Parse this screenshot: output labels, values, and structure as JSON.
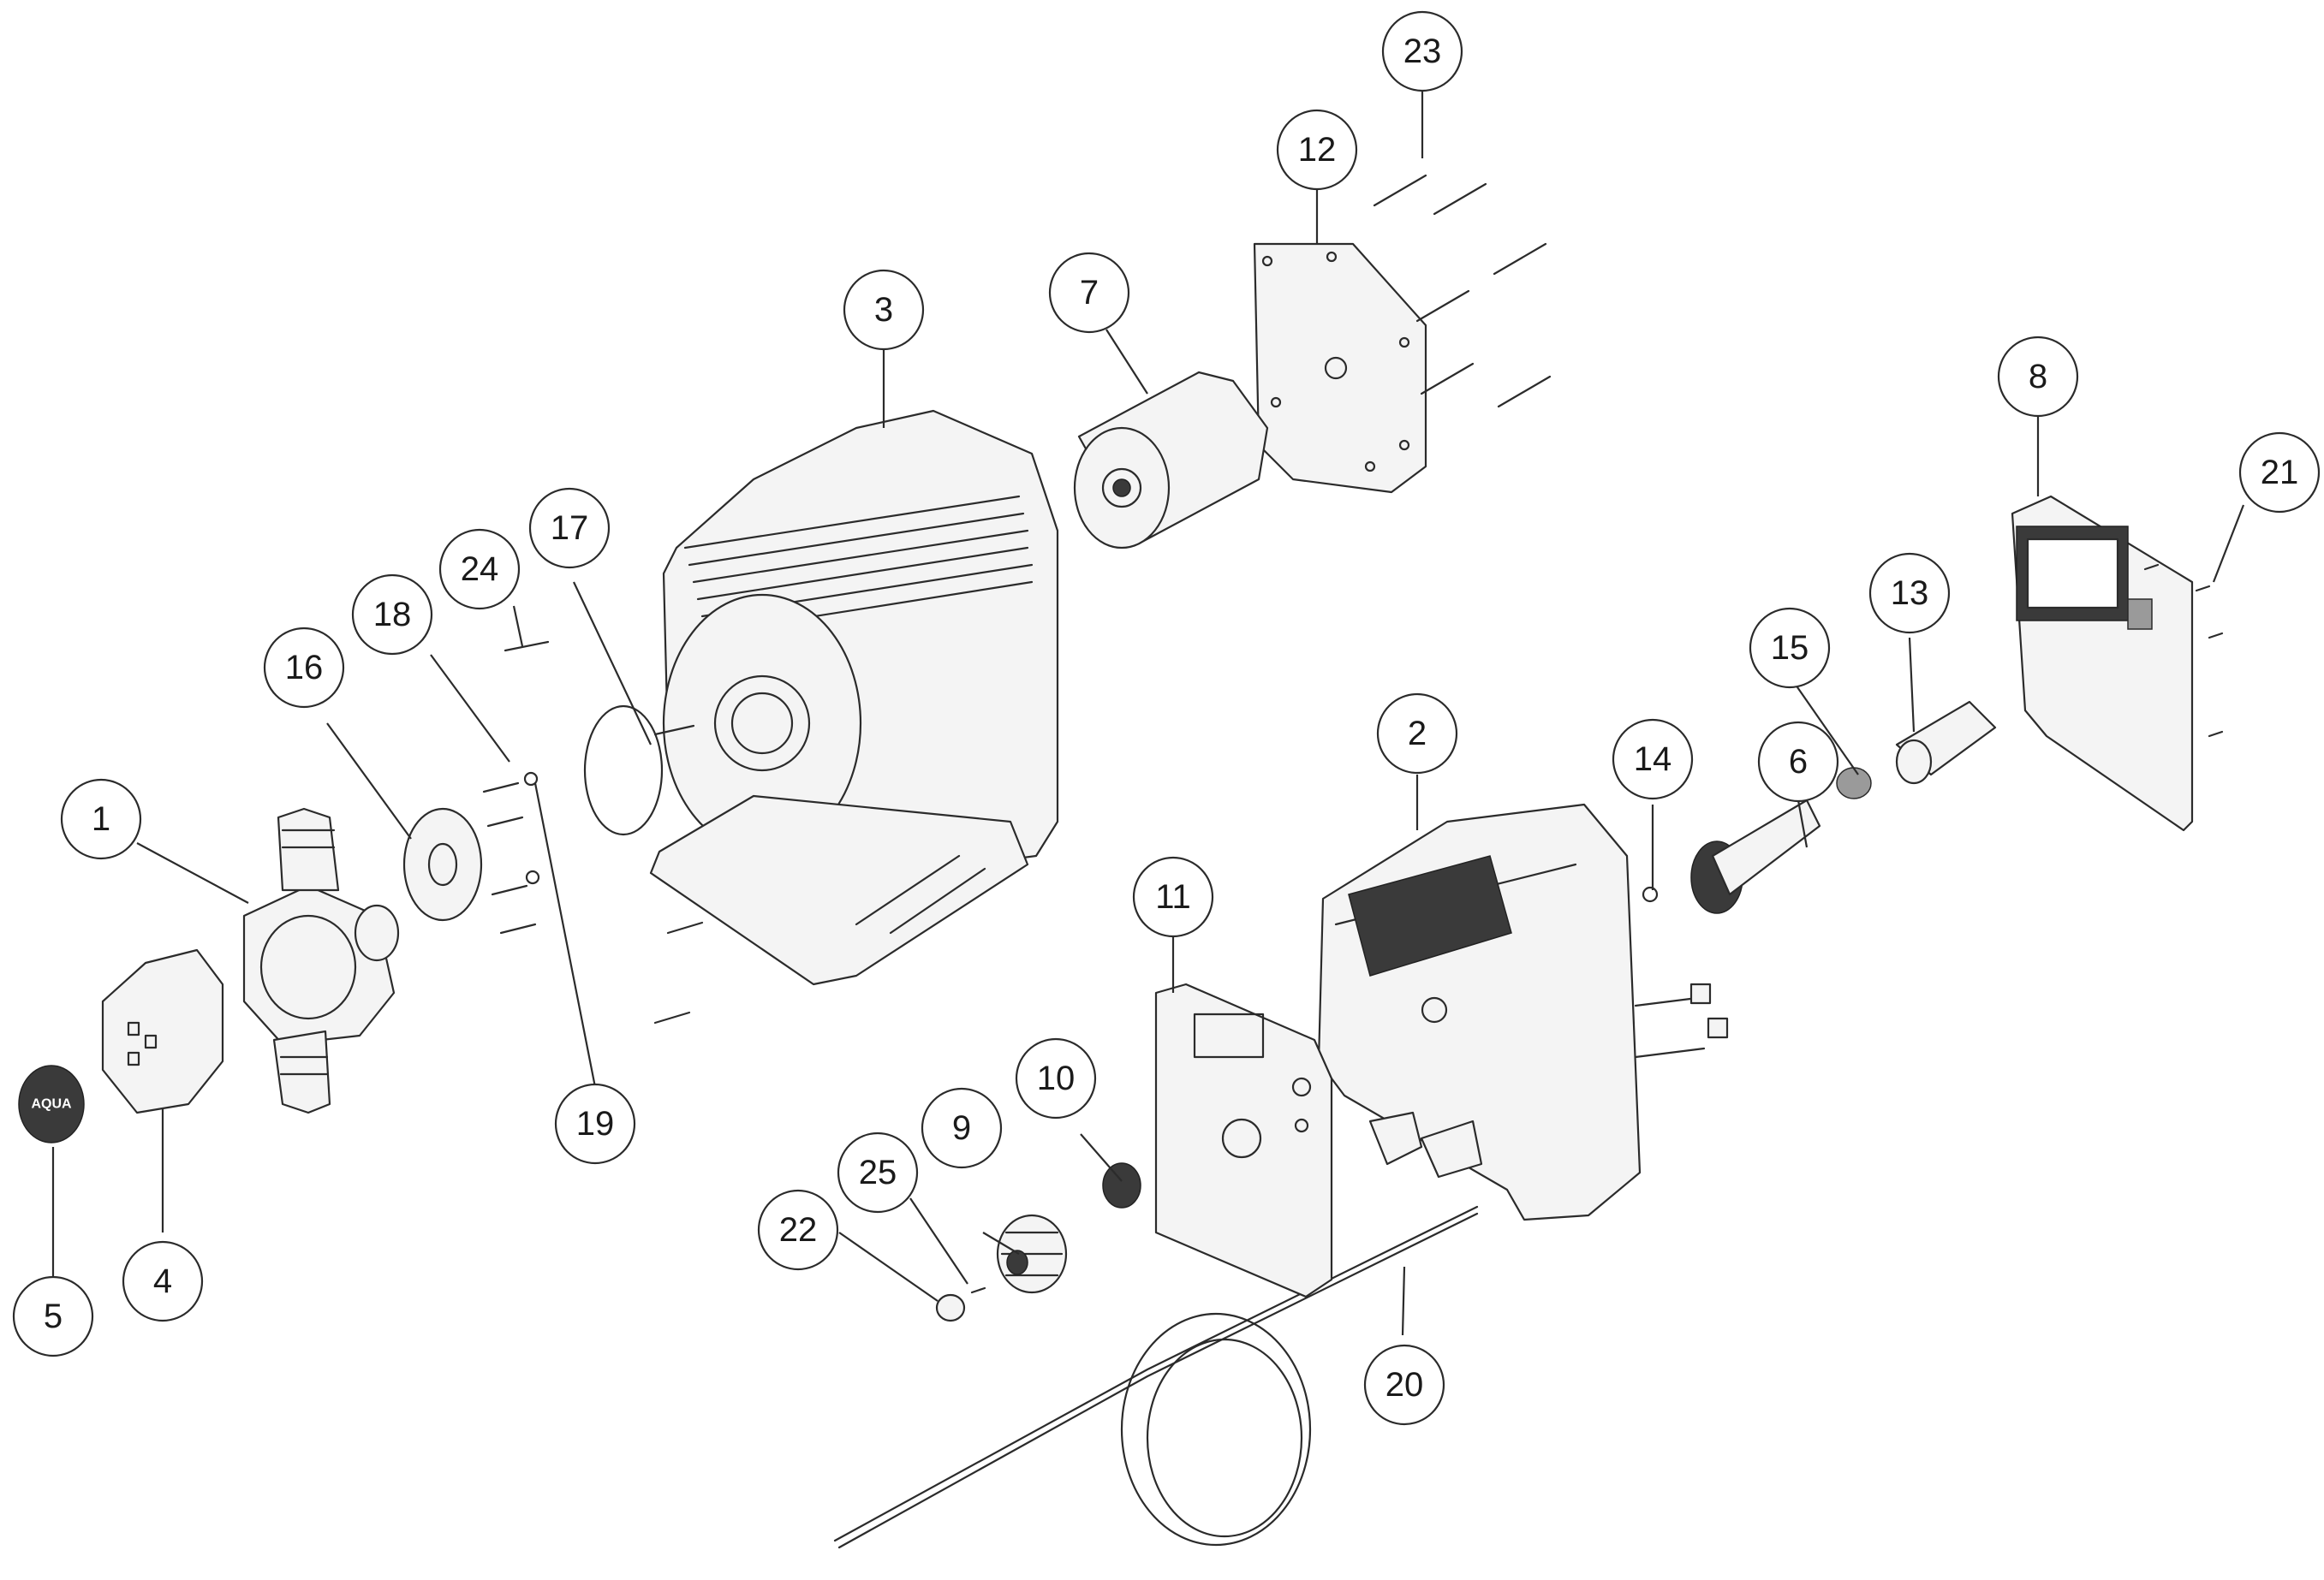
{
  "callouts": [
    {
      "label": "1"
    },
    {
      "label": "2"
    },
    {
      "label": "3"
    },
    {
      "label": "4"
    },
    {
      "label": "5"
    },
    {
      "label": "6"
    },
    {
      "label": "7"
    },
    {
      "label": "8"
    },
    {
      "label": "9"
    },
    {
      "label": "10"
    },
    {
      "label": "11"
    },
    {
      "label": "12"
    },
    {
      "label": "13"
    },
    {
      "label": "14"
    },
    {
      "label": "15"
    },
    {
      "label": "16"
    },
    {
      "label": "17"
    },
    {
      "label": "18"
    },
    {
      "label": "19"
    },
    {
      "label": "20"
    },
    {
      "label": "21"
    },
    {
      "label": "22"
    },
    {
      "label": "23"
    },
    {
      "label": "24"
    },
    {
      "label": "25"
    }
  ],
  "logo_text": "AQUA",
  "colors": {
    "line": "#2b2b2b",
    "background": "#ffffff",
    "dark_part": "#3a3a3a"
  }
}
